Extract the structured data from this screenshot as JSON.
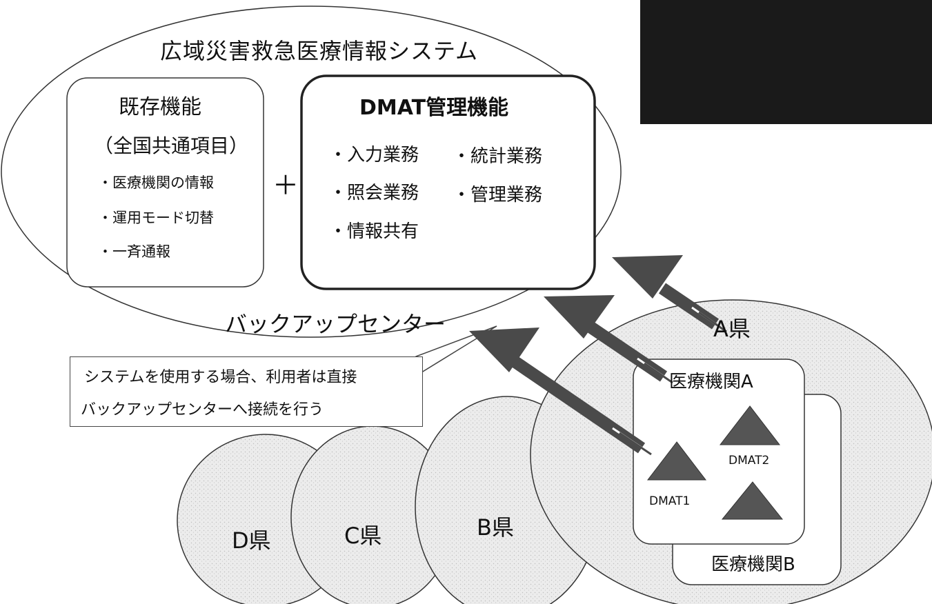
{
  "system": {
    "title": "広域災害救急医療情報システム",
    "backup_center": "バックアップセンター"
  },
  "existing": {
    "title": "既存機能",
    "subtitle": "（全国共通項目）",
    "items": [
      "・医療機関の情報",
      "・運用モード切替",
      "・一斉通報"
    ]
  },
  "plus": "＋",
  "dmat": {
    "title": "DMAT管理機能",
    "items": [
      "・入力業務",
      "・統計業務",
      "・照会業務",
      "・管理業務",
      "・情報共有"
    ]
  },
  "callout": {
    "line1": "システムを使用する場合、利用者は直接",
    "line2": "バックアップセンターへ接続を行う"
  },
  "prefectures": {
    "a": "A県",
    "b": "B県",
    "c": "C県",
    "d": "D県"
  },
  "hospitals": {
    "a": "医療機関A",
    "b": "医療機関B"
  },
  "teams": {
    "dmat1": "DMAT1",
    "dmat2": "DMAT2"
  },
  "colors": {
    "stroke": "#333333",
    "arrow_fill": "#4a4a4a",
    "region_fill": "#e8e8e8",
    "triangle_fill": "#555555",
    "dark_panel": "#1a1a1a"
  }
}
